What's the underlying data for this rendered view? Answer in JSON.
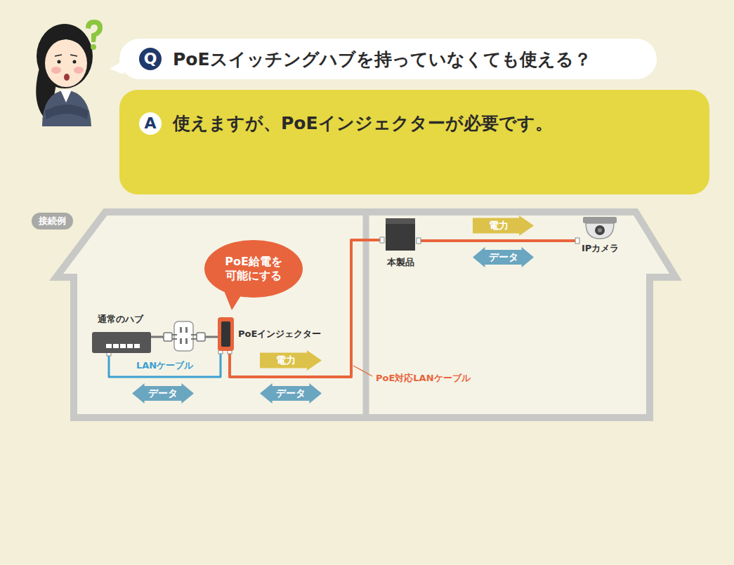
{
  "diagram": {
    "nodes": [
      {
        "text": [
          "Q",
          "PoEスイッチングハブを持っていなくても使える？"
        ]
      },
      {
        "text": [
          "A",
          "使えますが、PoEインジェクターが必要です。"
        ]
      },
      {
        "text": [
          "接続例"
        ]
      },
      {
        "text": [
          "PoE給電を 可能にする"
        ]
      },
      {
        "text": [
          "通常のハブ"
        ]
      },
      {
        "text": [
          "PoEインジェクター"
        ]
      },
      {
        "text": [
          "本製品"
        ]
      },
      {
        "text": [
          "IPカメラ"
        ]
      },
      {
        "text": [
          "電力"
        ]
      },
      {
        "text": [
          "データ"
        ]
      },
      {
        "text": [
          "データ"
        ]
      },
      {
        "text": [
          "電力"
        ]
      },
      {
        "text": [
          "データ"
        ]
      }
    ],
    "edges": [
      {
        "from": 4,
        "to": 5,
        "arrow": "none",
        "label": "LANケーブル"
      },
      {
        "from": 5,
        "to": 6,
        "arrow": "none"
      },
      {
        "from": 6,
        "to": 7,
        "arrow": "none"
      }
    ],
    "labels": [
      "PoE対応LANケーブル"
    ]
  }
}
